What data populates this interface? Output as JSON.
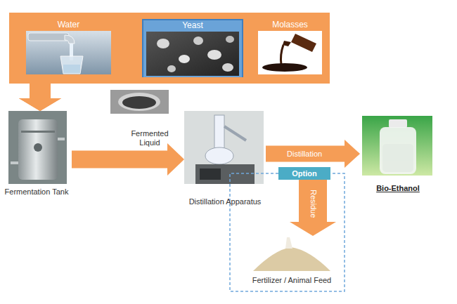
{
  "diagram": {
    "nodes": [
      {
        "text": [
          "Water"
        ],
        "in": null
      },
      {
        "text": [
          "Yeast"
        ]
      },
      {
        "text": [
          "Molasses"
        ]
      },
      {
        "text": [
          "Fermentation Tank"
        ]
      },
      {
        "text": [
          "Distillation Apparatus"
        ]
      },
      {
        "text": [
          "Bio-Ethanol"
        ]
      },
      {
        "text": [
          "Option"
        ]
      },
      {
        "text": [
          "Fertilizer / Animal Feed"
        ]
      }
    ],
    "edges": [
      {
        "from": 0,
        "to": 3,
        "arrow": "to"
      },
      {
        "from": 1,
        "to": 3,
        "arrow": "to"
      },
      {
        "from": 2,
        "to": 3,
        "arrow": "to"
      },
      {
        "from": 3,
        "to": 4,
        "label": "Fermented Liquid",
        "arrow": "to"
      },
      {
        "from": 4,
        "to": 5,
        "label": "Distillation",
        "arrow": "to"
      },
      {
        "from": 6,
        "to": 7,
        "label": "Residue",
        "arrow": "to"
      }
    ]
  }
}
